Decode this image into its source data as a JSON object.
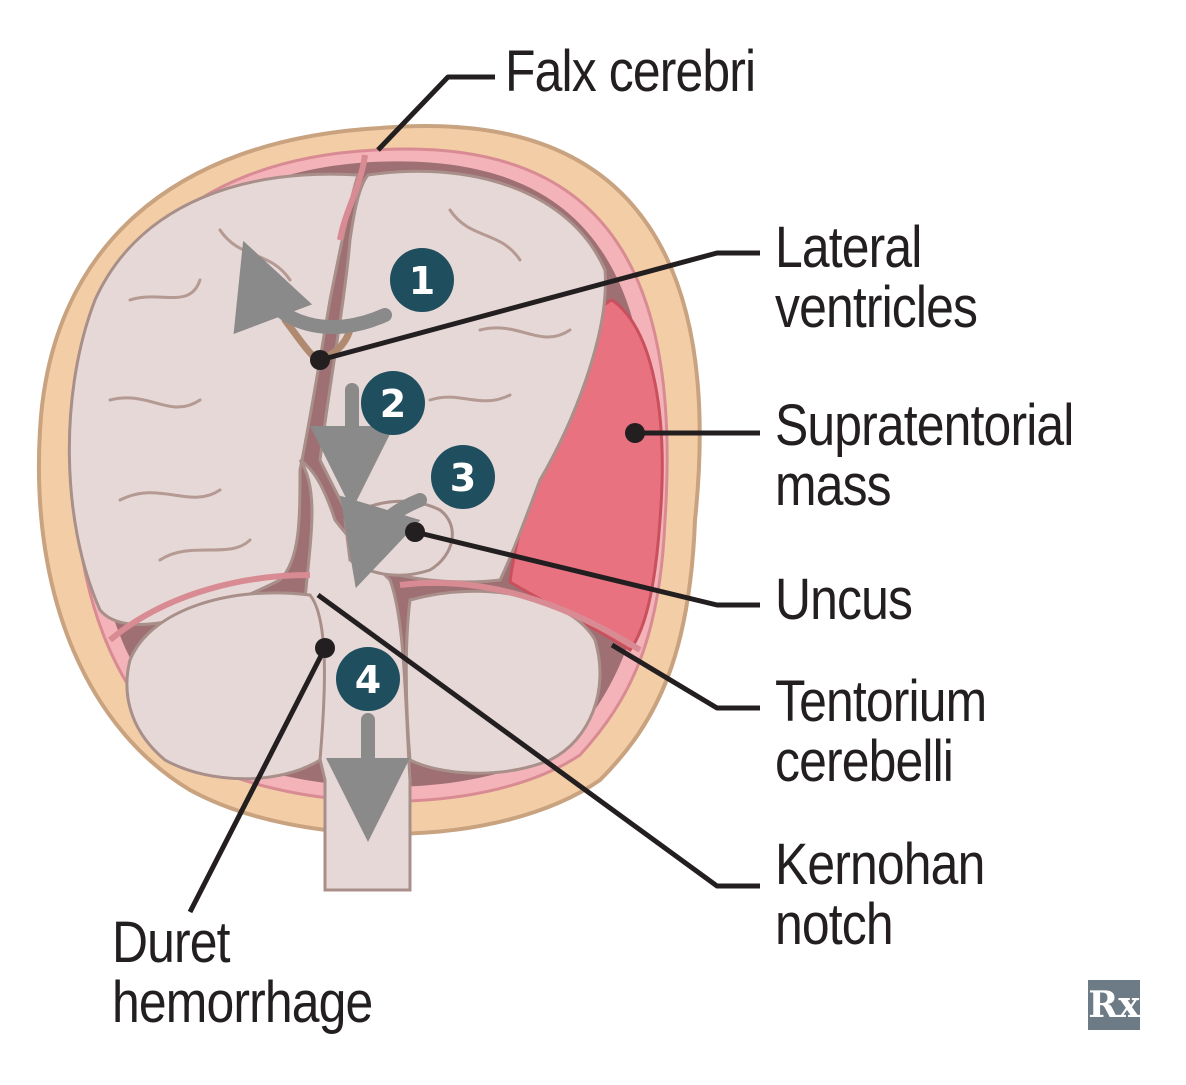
{
  "labels": {
    "falx": "Falx cerebri",
    "lateral": [
      "Lateral",
      "ventricles"
    ],
    "supratentorial": [
      "Supratentorial",
      "mass"
    ],
    "uncus": "Uncus",
    "tentorium": [
      "Tentorium",
      "cerebelli"
    ],
    "kernohan": [
      "Kernohan",
      "notch"
    ],
    "duret": [
      "Duret",
      "hemorrhage"
    ]
  },
  "steps": [
    "1",
    "2",
    "3",
    "4"
  ],
  "logo": "Rx",
  "colors": {
    "skull": "#f2cda6",
    "skull_outline": "#c9a27f",
    "dura": "#f3b3b8",
    "brain": "#e6d8d6",
    "brain_outline": "#a88f8a",
    "mass": "#e8727f",
    "badge": "#1f4e5f",
    "arrow": "#8a8a8a",
    "leader": "#231f20"
  }
}
